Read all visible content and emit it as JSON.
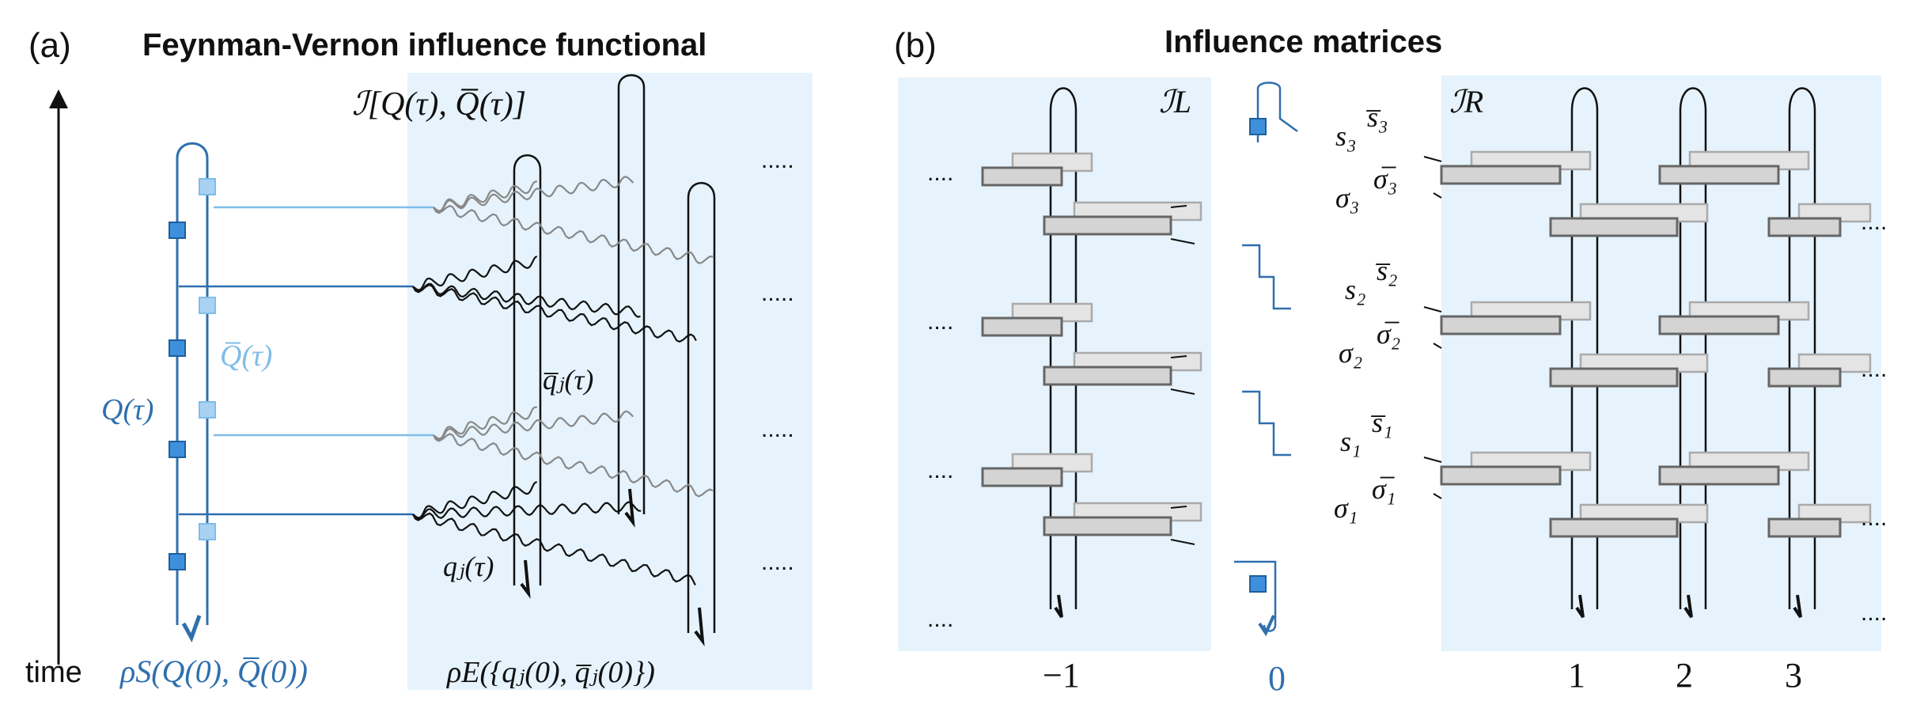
{
  "panel_a": {
    "label": "(a)",
    "title": "Feynman-Vernon influence functional",
    "time_label": "time",
    "functional": "ℐ[Q(τ), Q̅(τ)]",
    "q_forward": "Q(τ)",
    "q_backward": "Q̅(τ)",
    "qj_bar": "q̅ⱼ(τ)",
    "qj": "qⱼ(τ)",
    "rho_s": "ρS(Q(0), Q̅(0))",
    "rho_e": "ρE({qⱼ(0), q̅ⱼ(0)})",
    "ellipsis": "....."
  },
  "panel_b": {
    "label": "(b)",
    "title": "Influence matrices",
    "IL": "ℐL",
    "IR": "ℐR",
    "spin_labels": [
      {
        "s": "s₃",
        "sbar": "s̅₃",
        "sigma": "σ₃",
        "sigmabar": "σ̅₃"
      },
      {
        "s": "s₂",
        "sbar": "s̅₂",
        "sigma": "σ₂",
        "sigmabar": "σ̅₂"
      },
      {
        "s": "s₁",
        "sbar": "s̅₁",
        "sigma": "σ₁",
        "sigmabar": "σ̅₁"
      }
    ],
    "site_indices": [
      "−1",
      "0",
      "1",
      "2",
      "3"
    ],
    "ellipsis": "...."
  },
  "colors": {
    "blue": "#2f6fae",
    "light_blue": "#7fbde8",
    "panel_bg": "#e6f3fc",
    "tensor_fill": "#d4d4d4",
    "tensor_stroke": "#666666"
  }
}
